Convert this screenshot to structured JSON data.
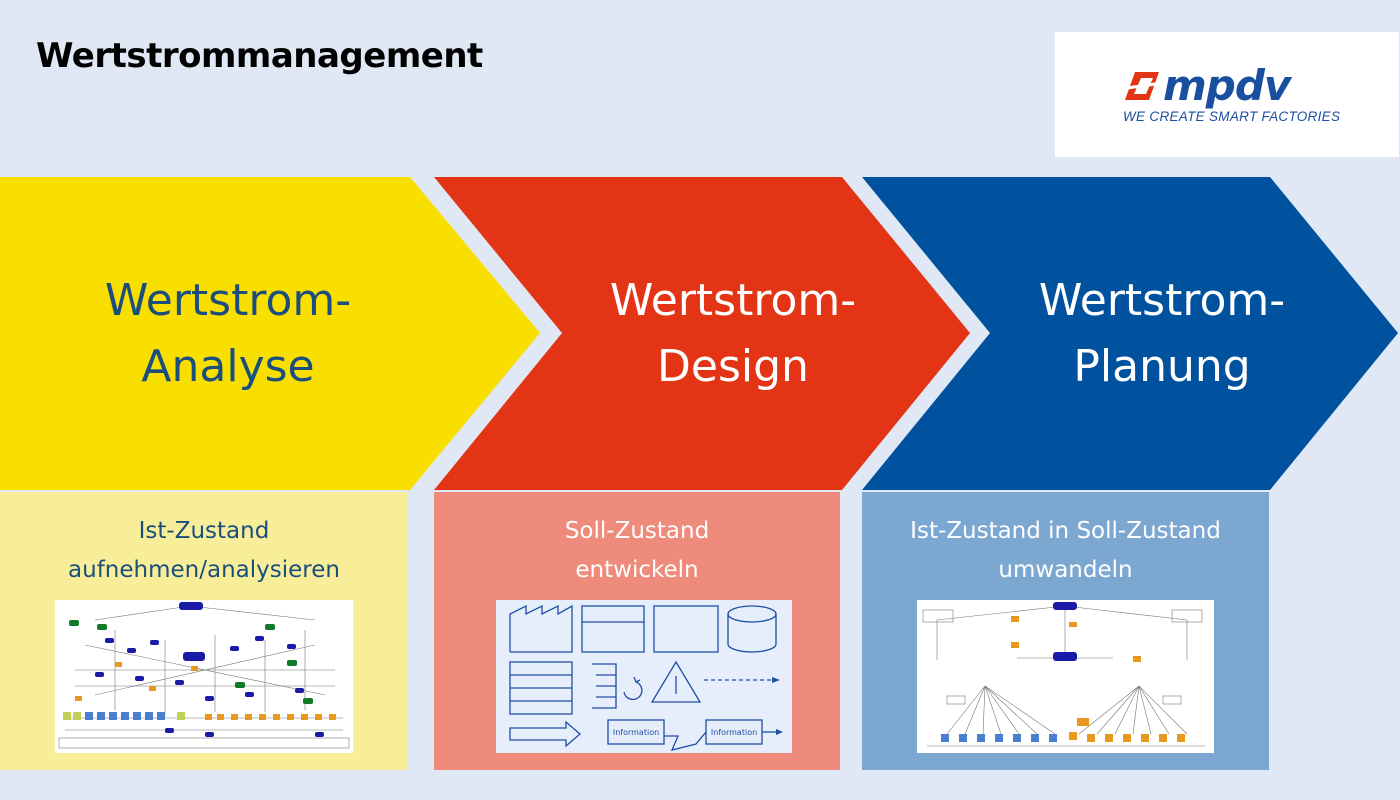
{
  "header": {
    "title": "Wertstrommanagement"
  },
  "logo": {
    "wordmark": "mpdv",
    "tagline": "WE CREATE SMART FACTORIES"
  },
  "colors": {
    "background": "#dfe8f4",
    "yellow": "#f9df00",
    "red": "#e33516",
    "blue": "#00519e",
    "panel_yellow": "#f8ee99",
    "panel_red": "#ef8b7c",
    "panel_blue": "#7ba7d1",
    "dark_blue_text": "#1a4e7c"
  },
  "stages": [
    {
      "title_line1": "Wertstrom-",
      "title_line2": "Analyse",
      "desc_line1": "Ist-Zustand",
      "desc_line2": "aufnehmen/analysieren"
    },
    {
      "title_line1": "Wertstrom-",
      "title_line2": "Design",
      "desc_line1": "Soll-Zustand",
      "desc_line2": "entwickeln"
    },
    {
      "title_line1": "Wertstrom-",
      "title_line2": "Planung",
      "desc_line1": "Ist-Zustand in Soll-Zustand",
      "desc_line2": "umwandeln"
    }
  ],
  "symbols": {
    "info_label_1": "Information",
    "info_label_2": "Information"
  }
}
